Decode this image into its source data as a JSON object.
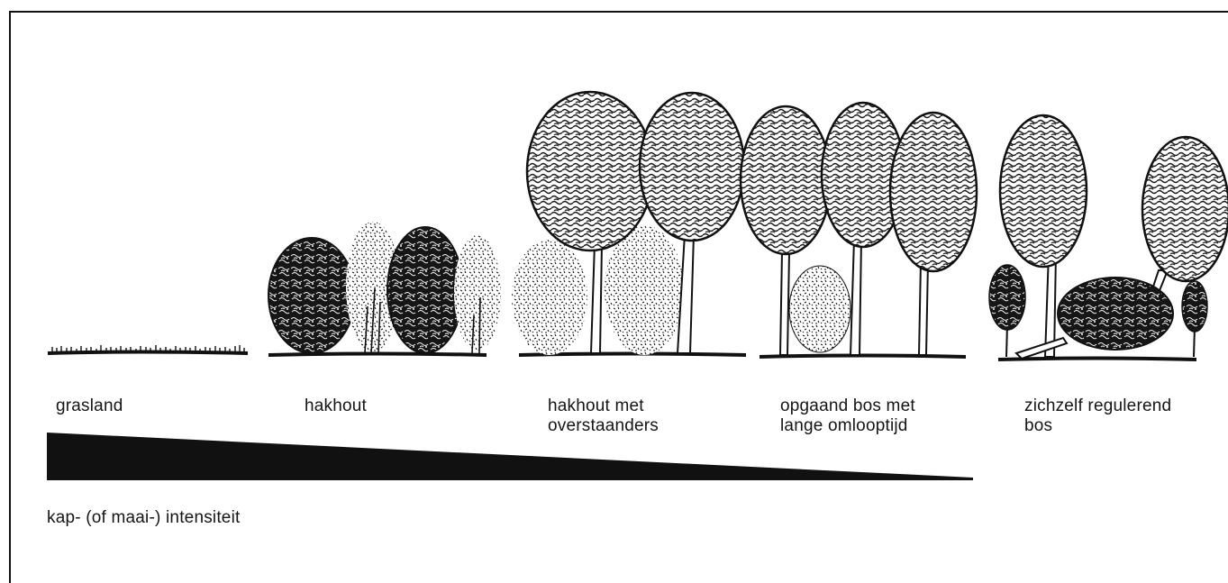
{
  "stages": [
    {
      "label": "grasland"
    },
    {
      "label": "hakhout"
    },
    {
      "label": "hakhout met",
      "label2": "overstaanders"
    },
    {
      "label": "opgaand bos met",
      "label2": "lange omlooptijd"
    },
    {
      "label": "zichzelf regulerend",
      "label2": "bos"
    }
  ],
  "gradient": {
    "caption": "kap- (of maai-) intensiteit",
    "intensity_start": 1,
    "intensity_end": 0
  },
  "colors": {
    "ink": "#111111",
    "background": "#ffffff"
  }
}
